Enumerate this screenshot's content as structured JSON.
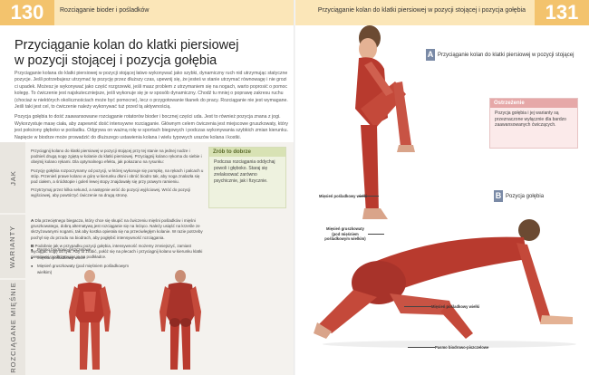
{
  "header": {
    "left_page_number": "130",
    "left_title": "Rozciąganie bioder i pośladków",
    "right_title": "Przyciąganie kolan do klatki piersiowej w pozycji stojącej i pozycja gołębia",
    "right_page_number": "131"
  },
  "article": {
    "title_line1": "Przyciąganie kolan do klatki piersiowej",
    "title_line2": "w pozycji stojącej i pozycja gołębia",
    "intro_p1": "Przyciąganie kolana do klatki piersiowej w pozycji stojącej łatwo wykonywać jako szybki, dynamiczny ruch nid utrzymując statyczne pozycje. Jeśli potrzebujesz utrzymać tę pozycję przez dłuższy czas, upewnij się, że jesteś w stanie utrzymać równowagę i nie grozi ci upadek. Możesz je wykonywać jako część rozgrzewki, jeśli masz problem z utrzymaniem się na nogach, warto poprosić o pomoc kolegę. To ćwiczenie jest najskuteczniejsze, jeśli wykonuje się je w sposób dynamiczny. Chodź tu mniej o poprawę zakresu ruchu (chociaż w niektórych okolicznościach może być pomocne), lecz o przygotowanie tkanek do pracy. Rozciąganie nie jest wymagane. Jeśli taki jest cel, to ćwiczenie należy wykonywać tuż przed tą aktywnością.",
    "intro_p2": "Pozycja gołębia to dość zaawansowane rozciąganie rotatorów bioder i bocznej części uda. Jest to również pozycja znana z jogi. Wykorzystuje masę ciała, aby zapewnić dość intensywne rozciąganie. Głównym celem ćwiczenia jest miejscowe gruszkowaty, który jest położony głęboko w pośladku. Odgrywa on ważną rolę w sportach biegowych i podczas wykonywania szybkich zmian kierunku. Napięcie w biodrze może prowadzić do dłuższego ustawienia kolana i wielu typowych urazów kolana i kostki."
  },
  "side_tabs": {
    "how": "JAK",
    "variants": "WARIANTY",
    "muscles": "ROZCIĄGANE MIĘŚNIE"
  },
  "how": {
    "p1": "Przyciągnij kolano do klatki piersiowej w pozycji stojącej przy tej stanie na jednej nodze i podnieś drugą nogę zgiętą w kolanie do klatki piersiowej. Przyciągnij kolano rękoma do siebie i obejmij kolano rękami. Dla optymalnego efektu, jak pokazano na rysunku:",
    "p2": "Pozycję gołębia rozpoczynamy od pozycji, w której wykonuje się pompkę, na rękach i palcach u stóp. Przenieś prawe kolano w górę w kierunku dłoni i obróć biodro tak, aby noga znalazła się pod ciałem, a śródstopie i goleń lewej stopy znajdowały się przy prawym ramieniu.",
    "p3": "Przytrzymaj przez kilka sekund, a następnie wróć do pozycji wyjściowej. Wróć do pozycji wyjściowej, aby powtórzyć ćwiczenie na drugą stronę."
  },
  "variants": {
    "marker_a": "A",
    "text_a": "Dla przeciętnego biegacza, który chce się skupić na ćwiczeniu mięśni pośladków i mięśni gruszkowatego, dobrą alternatywą jest rozciąganie się na leżąco. Należy usiąść na krześle ze skrzyżowanymi nogami, tak aby kostka opierała się na przeciwległym kolanie. W razie potrzeby pochyl się do przodu na biodrach, aby pogłębić intensywność rozciągania.",
    "marker_b": "B",
    "text_b": "Podobnie jak w przypadku pozycji gołębia, intensywność możemy zmniejszyć, zamiast wyciągać nogę do tyłu. Aby to zrobić, połóż się na plecach i przyciągnij kolano w kierunku klatki piersiowej, podtrzymując je na podkładce."
  },
  "muscles": {
    "items": [
      "Pasmo biodrowo-piszczelowe",
      "Mięsień pośladkowy wielki",
      "Mięsień gruszkowaty (pod mięśniem pośladkowym wielkim)"
    ]
  },
  "tip": {
    "header": "Zrób to dobrze",
    "body": "Podczas rozciągania oddychaj powoli i głęboko. Staraj się zrelaksować zarówno psychicznie, jak i fizycznie."
  },
  "warning": {
    "header": "Ostrzeżenie",
    "body": "Pozycja gołębia i jej warianty są przeznaczone wyłącznie dla bardzo zaawansowanych ćwiczących."
  },
  "figure_a": {
    "letter": "A",
    "caption": "Przyciąganie kolan do klatki piersiowej w pozycji stojącej"
  },
  "figure_b": {
    "letter": "B",
    "caption": "Pozycja gołębia"
  },
  "annotations": {
    "glute_upper": "Mięsień pośladkowy wielki",
    "piriformis": "Mięsień gruszkowaty (pod mięśniem pośladkowym wielkim)",
    "glute_lower": "Mięsień pośladkowy wielki",
    "itband": "Pasmo biodrowo-piszczelowe"
  },
  "colors": {
    "page_number_bg": "#f3c36d",
    "header_bar": "#fbe6b8",
    "tip_header": "#d8e2b4",
    "warn_header": "#e6a8a8",
    "muscle": "#c0392b",
    "letter_bg": "#7a8aa6"
  }
}
